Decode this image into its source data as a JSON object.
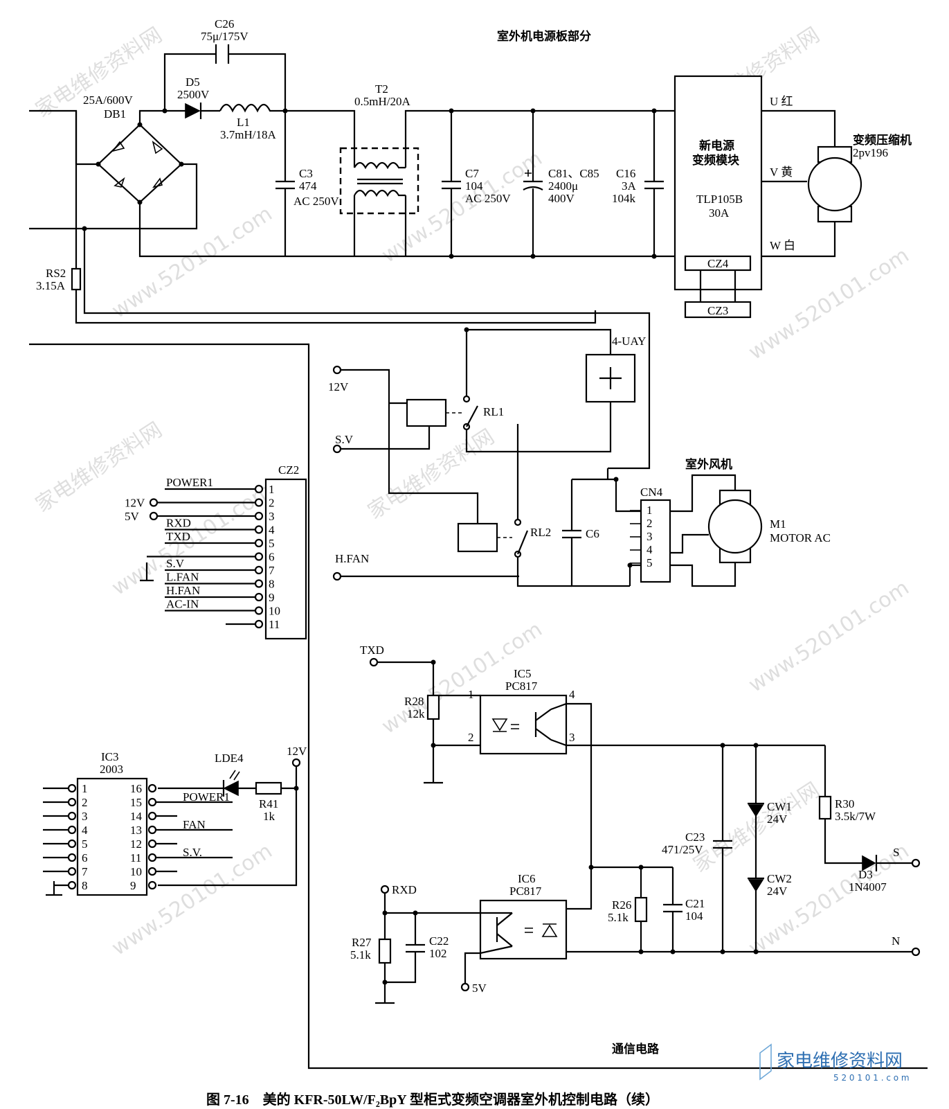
{
  "title": "室外机电源板部分",
  "section_comm": "通信电路",
  "caption": "图 7-16　美的 KFR-50LW/F₂BpY 型柜式变频空调器室外机控制电路（续）",
  "watermark_text": "www.520101.com",
  "watermark_logo": "家电维修资料网",
  "watermark_logo_url": "5 2 0 1 0 1 . c o m",
  "power": {
    "db1_rating": "25A/600V",
    "db1": "DB1",
    "c26": "C26",
    "c26_value": "75μ/175V",
    "d5": "D5",
    "d5_value": "2500V",
    "l1": "L1",
    "l1_value": "3.7mH/18A",
    "c3": "C3",
    "c3_value": "474",
    "c3_volt": "AC 250V",
    "t2": "T2",
    "t2_value": "0.5mH/20A",
    "c7": "C7",
    "c7_value": "104",
    "c7_volt": "AC 250V",
    "c81": "C81、C85",
    "c81_value": "2400μ",
    "c81_volt": "400V",
    "c16": "C16",
    "c16_value1": "3A",
    "c16_value2": "104k",
    "rs2": "RS2",
    "rs2_value": "3.15A"
  },
  "module": {
    "line1": "新电源",
    "line2": "变频模块",
    "part": "TLP105B",
    "rating": "30A",
    "cz4": "CZ4",
    "cz3": "CZ3",
    "u": "U 红",
    "v": "V 黄",
    "w": "W 白",
    "comp_label": "变频压缩机",
    "comp_part": "2pv196"
  },
  "relays": {
    "v12": "12V",
    "sv": "S.V",
    "hfan": "H.FAN",
    "rl1": "RL1",
    "rl2": "RL2",
    "uay": "4-UAY",
    "c6": "C6",
    "cn4": "CN4",
    "cn4_pins": [
      "1",
      "2",
      "3",
      "4",
      "5"
    ],
    "fan_title": "室外风机",
    "m1": "M1",
    "motor": "MOTOR AC"
  },
  "cz2": {
    "name": "CZ2",
    "pins": [
      "1",
      "2",
      "3",
      "4",
      "5",
      "6",
      "7",
      "8",
      "9",
      "10",
      "11"
    ],
    "signals": [
      "POWER1",
      "12V",
      "5V",
      "RXD",
      "TXD",
      "",
      "S.V",
      "L.FAN",
      "H.FAN",
      "AC-IN",
      ""
    ]
  },
  "ic3": {
    "name": "IC3",
    "part": "2003",
    "left_pins": [
      "1",
      "2",
      "3",
      "4",
      "5",
      "6",
      "7",
      "8"
    ],
    "right_pins": [
      "16",
      "15",
      "14",
      "13",
      "12",
      "11",
      "10",
      "9"
    ],
    "right_signals": [
      "",
      "POWER1",
      "",
      "FAN",
      "",
      "S.V.",
      "",
      ""
    ],
    "lde4": "LDE4",
    "r41": "R41",
    "r41_value": "1k",
    "v12": "12V"
  },
  "comm": {
    "txd": "TXD",
    "rxd": "RXD",
    "v5": "5V",
    "ic5": "IC5",
    "ic5_part": "PC817",
    "ic6": "IC6",
    "ic6_part": "PC817",
    "ic5_pins": [
      "1",
      "2",
      "4",
      "3"
    ],
    "r28": "R28",
    "r28_value": "12k",
    "r27": "R27",
    "r27_value": "5.1k",
    "c22": "C22",
    "c22_value": "102",
    "r26": "R26",
    "r26_value": "5.1k",
    "c21": "C21",
    "c21_value": "104",
    "c23": "C23",
    "c23_value": "471/25V",
    "cw1": "CW1",
    "cw1_value": "24V",
    "cw2": "CW2",
    "cw2_value": "24V",
    "r30": "R30",
    "r30_value": "3.5k/7W",
    "d3": "D3",
    "d3_value": "1N4007",
    "s": "S",
    "n": "N"
  }
}
